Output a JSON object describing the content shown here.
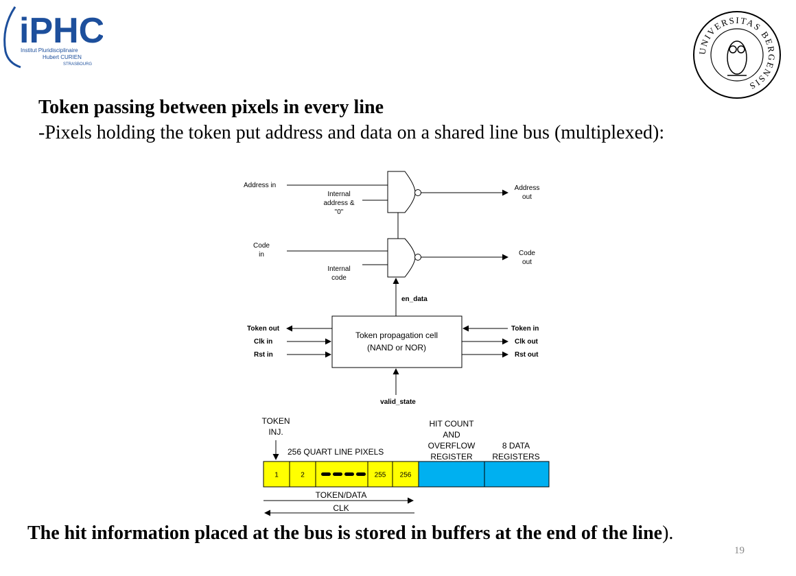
{
  "logos": {
    "left": {
      "main": "iPHC",
      "line1": "Institut Pluridisciplinaire",
      "line2": "Hubert CURIEN",
      "line3": "STRASBOURG",
      "color": "#1d4f9c"
    },
    "right": {
      "text": "UNIVERSITAS BERGENSIS"
    }
  },
  "slide": {
    "heading": "Token passing between pixels in every line",
    "subheading": "-Pixels holding the token put address and data on a shared line bus (multiplexed):",
    "footer_main": "The hit information placed at the bus is stored in buffers at the end of the line",
    "footer_end": ").",
    "page_number": "19"
  },
  "circuit": {
    "address_in": "Address in",
    "internal_address": [
      "Internal",
      "address &",
      "\"0\""
    ],
    "address_out": [
      "Address",
      "out"
    ],
    "code_in": [
      "Code",
      "in"
    ],
    "internal_code": [
      "Internal",
      "code"
    ],
    "code_out": [
      "Code",
      "out"
    ],
    "en_data": "en_data",
    "token_out": "Token out",
    "clk_in": "Clk in",
    "rst_in": "Rst in",
    "token_in": "Token in",
    "clk_out": "Clk out",
    "rst_out": "Rst out",
    "cell": [
      "Token propagation cell",
      "(NAND or NOR)"
    ],
    "valid_state": "valid_state"
  },
  "line": {
    "token_inj": [
      "TOKEN",
      "INJ."
    ],
    "pixels_label": "256 QUART LINE PIXELS",
    "hit_count": [
      "HIT COUNT",
      "AND",
      "OVERFLOW",
      "REGISTER"
    ],
    "data_regs": [
      "8 DATA",
      "REGISTERS"
    ],
    "cells": [
      "1",
      "2",
      "255",
      "256"
    ],
    "token_data": "TOKEN/DATA",
    "clk": "CLK",
    "pixel_color": "#ffff00",
    "register_color": "#00b0f0"
  }
}
